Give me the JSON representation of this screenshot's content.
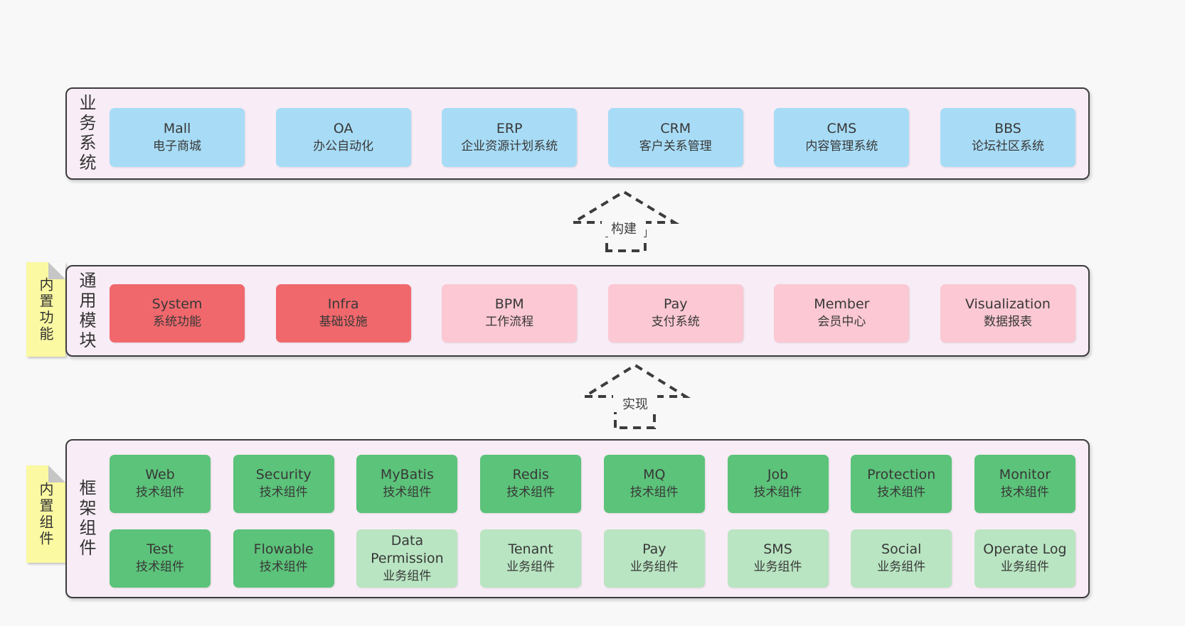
{
  "colors": {
    "page_bg": "#f8f8f8",
    "band_bg": "#f8edf6",
    "band_border": "#3c3c3c",
    "blue_box": "#a8dcf6",
    "red_box": "#f1686c",
    "pink_box": "#fbc8d3",
    "green_box": "#5cc37a",
    "green_light_box": "#b9e5c2",
    "note_bg": "#fbf9a1",
    "note_fold": "#c6c6c6",
    "text": "#383838"
  },
  "bands": [
    {
      "side_label": "业务系统",
      "boxes": [
        {
          "name": "Mall",
          "sub": "电子商城",
          "type": "blue"
        },
        {
          "name": "OA",
          "sub": "办公自动化",
          "type": "blue"
        },
        {
          "name": "ERP",
          "sub": "企业资源计划系统",
          "type": "blue"
        },
        {
          "name": "CRM",
          "sub": "客户关系管理",
          "type": "blue"
        },
        {
          "name": "CMS",
          "sub": "内容管理系统",
          "type": "blue"
        },
        {
          "name": "BBS",
          "sub": "论坛社区系统",
          "type": "blue"
        }
      ]
    },
    {
      "side_label": "通用模块",
      "note": "内置功能",
      "boxes": [
        {
          "name": "System",
          "sub": "系统功能",
          "type": "red"
        },
        {
          "name": "Infra",
          "sub": "基础设施",
          "type": "red"
        },
        {
          "name": "BPM",
          "sub": "工作流程",
          "type": "pink"
        },
        {
          "name": "Pay",
          "sub": "支付系统",
          "type": "pink"
        },
        {
          "name": "Member",
          "sub": "会员中心",
          "type": "pink"
        },
        {
          "name": "Visualization",
          "sub": "数据报表",
          "type": "pink"
        }
      ]
    },
    {
      "side_label": "框架组件",
      "note": "内置组件",
      "rows": [
        [
          {
            "name": "Web",
            "sub": "技术组件",
            "type": "green"
          },
          {
            "name": "Security",
            "sub": "技术组件",
            "type": "green"
          },
          {
            "name": "MyBatis",
            "sub": "技术组件",
            "type": "green"
          },
          {
            "name": "Redis",
            "sub": "技术组件",
            "type": "green"
          },
          {
            "name": "MQ",
            "sub": "技术组件",
            "type": "green"
          },
          {
            "name": "Job",
            "sub": "技术组件",
            "type": "green"
          },
          {
            "name": "Protection",
            "sub": "技术组件",
            "type": "green"
          },
          {
            "name": "Monitor",
            "sub": "技术组件",
            "type": "green"
          }
        ],
        [
          {
            "name": "Test",
            "sub": "技术组件",
            "type": "green"
          },
          {
            "name": "Flowable",
            "sub": "技术组件",
            "type": "green"
          },
          {
            "name": "Data Permission",
            "sub": "业务组件",
            "type": "green-light"
          },
          {
            "name": "Tenant",
            "sub": "业务组件",
            "type": "green-light"
          },
          {
            "name": "Pay",
            "sub": "业务组件",
            "type": "green-light"
          },
          {
            "name": "SMS",
            "sub": "业务组件",
            "type": "green-light"
          },
          {
            "name": "Social",
            "sub": "业务组件",
            "type": "green-light"
          },
          {
            "name": "Operate Log",
            "sub": "业务组件",
            "type": "green-light"
          }
        ]
      ]
    }
  ],
  "arrows": [
    {
      "label": "构建"
    },
    {
      "label": "实现"
    }
  ]
}
